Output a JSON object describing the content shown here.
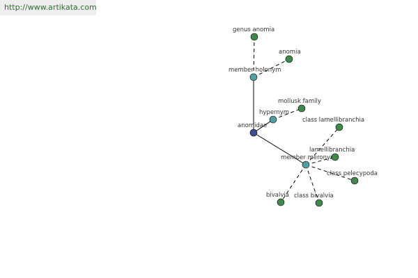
{
  "banner": {
    "url": "http://www.artikata.com"
  },
  "colors": {
    "center": "#3b4f96",
    "relation": "#4f9ea0",
    "leaf": "#3f8a48"
  },
  "graph": {
    "nodes": [
      {
        "id": "anomidae",
        "label": "anomidae",
        "kind": "center"
      },
      {
        "id": "member-holonym",
        "label": "member holonym",
        "kind": "relation"
      },
      {
        "id": "genus-anomia",
        "label": "genus anomia",
        "kind": "leaf"
      },
      {
        "id": "anomia",
        "label": "anomia",
        "kind": "leaf"
      },
      {
        "id": "hypernym",
        "label": "hypernym",
        "kind": "relation"
      },
      {
        "id": "mollusk-family",
        "label": "mollusk family",
        "kind": "leaf"
      },
      {
        "id": "member-meronym",
        "label": "member meronym",
        "kind": "relation"
      },
      {
        "id": "class-lamellibranchia",
        "label": "class lamellibranchia",
        "kind": "leaf"
      },
      {
        "id": "lamellibranchia",
        "label": "lamellibranchia",
        "kind": "leaf"
      },
      {
        "id": "class-pelecypoda",
        "label": "class pelecypoda",
        "kind": "leaf"
      },
      {
        "id": "class-bivalvia",
        "label": "class bivalvia",
        "kind": "leaf"
      },
      {
        "id": "bivalvia",
        "label": "bivalvia",
        "kind": "leaf"
      }
    ],
    "edges": [
      {
        "from": "anomidae",
        "to": "member-holonym",
        "style": "solid"
      },
      {
        "from": "anomidae",
        "to": "hypernym",
        "style": "solid"
      },
      {
        "from": "anomidae",
        "to": "member-meronym",
        "style": "solid"
      },
      {
        "from": "member-holonym",
        "to": "genus-anomia",
        "style": "dashed"
      },
      {
        "from": "member-holonym",
        "to": "anomia",
        "style": "dashed"
      },
      {
        "from": "hypernym",
        "to": "mollusk-family",
        "style": "dashed"
      },
      {
        "from": "member-meronym",
        "to": "class-lamellibranchia",
        "style": "dashed"
      },
      {
        "from": "member-meronym",
        "to": "lamellibranchia",
        "style": "dashed"
      },
      {
        "from": "member-meronym",
        "to": "class-pelecypoda",
        "style": "dashed"
      },
      {
        "from": "member-meronym",
        "to": "class-bivalvia",
        "style": "dashed"
      },
      {
        "from": "member-meronym",
        "to": "bivalvia",
        "style": "dashed"
      }
    ]
  }
}
